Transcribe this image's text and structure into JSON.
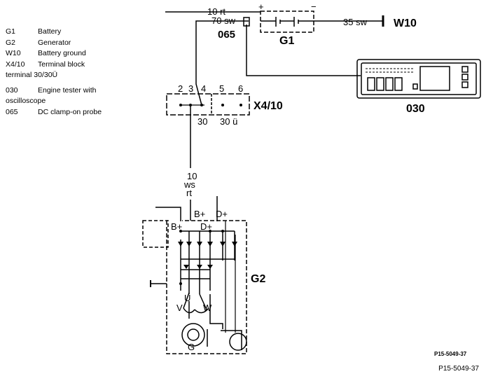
{
  "legend": [
    {
      "code": "G1",
      "desc": "Battery"
    },
    {
      "code": "G2",
      "desc": "Generator"
    },
    {
      "code": "W10",
      "desc": "Battery ground"
    },
    {
      "code": "X4/10",
      "desc": "Terminal block",
      "cont": "terminal 30/30Ü"
    },
    {
      "code": "030",
      "desc": "Engine tester with",
      "cont": "oscilloscope"
    },
    {
      "code": "065",
      "desc": "DC clamp-on probe"
    }
  ],
  "labels": {
    "wire_10rt": "10 rt",
    "wire_70sw": "70 sw",
    "wire_35sw": "35 sw",
    "plus": "+",
    "minus": "−",
    "w10": "W10",
    "g1": "G1",
    "p065": "065",
    "t030": "030",
    "x410": "X4/10",
    "pin2": "2",
    "pin3": "3",
    "pin4": "4",
    "pin5": "5",
    "pin6": "6",
    "t30": "30",
    "t30u": "30 ü",
    "wire10": "10",
    "wire_ws": "ws",
    "wire_rt": "rt",
    "bplus_top": "B+",
    "dplus_top": "D+",
    "bplus": "B+",
    "dplus": "D+",
    "u": "U",
    "v": "V",
    "w": "W",
    "g": "G",
    "g2": "G2",
    "ref_small": "P15-5049-37",
    "ref_footer": "P15-5049-37"
  }
}
